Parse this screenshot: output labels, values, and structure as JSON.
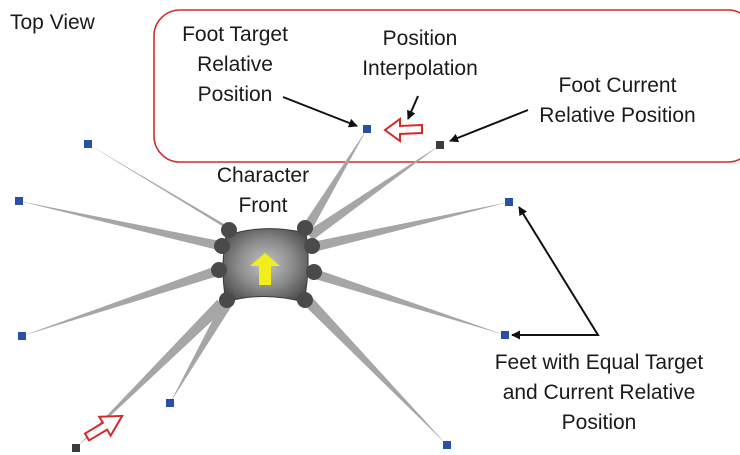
{
  "view_label": "Top View",
  "labels": {
    "foot_target": [
      "Foot Target",
      "Relative",
      "Position"
    ],
    "position_interpolation": [
      "Position",
      "Interpolation"
    ],
    "foot_current": [
      "Foot Current",
      "Relative Position"
    ],
    "character_front": [
      "Character",
      "Front"
    ],
    "equal_feet": [
      "Feet with Equal Target",
      "and Current Relative",
      "Position"
    ]
  },
  "colors": {
    "target_marker": "#2a4fa8",
    "current_marker": "#3c3c3c",
    "leg": "#a6a6a6",
    "body": "#5a5a5a",
    "front_arrow": "#f2ee1c",
    "highlight": "#d42a2a",
    "pointer": "#111111"
  }
}
